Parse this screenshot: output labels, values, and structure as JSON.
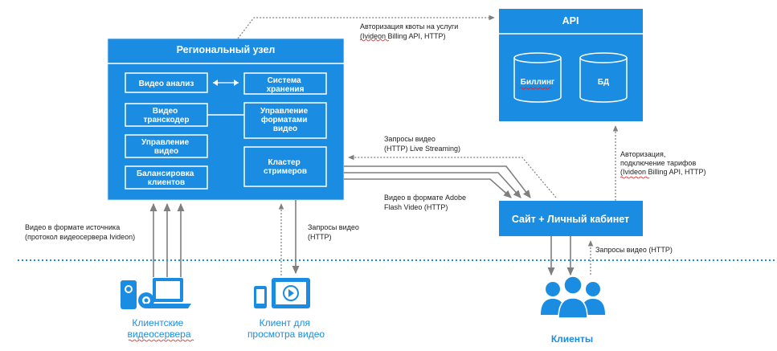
{
  "regional_node": {
    "title": "Региональный узел",
    "video_analysis": "Видео анализ",
    "storage": [
      "Система",
      "хранения"
    ],
    "transcoder": [
      "Видео",
      "транскодер"
    ],
    "format_mgmt": [
      "Управление",
      "форматами",
      "видео"
    ],
    "video_mgmt": [
      "Управление",
      "видео"
    ],
    "balancing": [
      "Балансировка",
      "клиентов"
    ],
    "streamer_cluster": [
      "Кластер",
      "стримеров"
    ]
  },
  "api": {
    "title": "API",
    "billing_db": "Биллинг",
    "db": "БД"
  },
  "site": {
    "title": "Сайт + Личный кабинет"
  },
  "notes": {
    "quota_auth": [
      "Авторизация квоты на услуги",
      "(Ivideon Billing API, HTTP)"
    ],
    "video_requests_live": [
      "Запросы видео",
      "(HTTP) Live Streaming)"
    ],
    "adobe_flash": [
      "Видео в формате Adobe",
      "Flash Video (HTTP)"
    ],
    "auth_tariffs": [
      "Авторизация,",
      "подключение тарифов",
      "(Ivideon Billing API, HTTP)"
    ],
    "source_format": [
      "Видео в формате источника",
      "(протокол видеосервера Ivideon)"
    ],
    "video_requests_http": [
      "Запросы видео",
      "(HTTP)"
    ],
    "video_requests_http_right": "Запросы видео (HTTP)"
  },
  "bottom": {
    "client_servers": [
      "Клиентские",
      "видеосервера"
    ],
    "viewing_client": [
      "Клиент для",
      "просмотра видео"
    ],
    "clients": "Клиенты"
  },
  "icons": [
    "webcam-icon",
    "laptop-icon",
    "phone-icon",
    "tablet-play-icon",
    "people-icon",
    "database-icon"
  ],
  "colors": {
    "accent": "#1a8de2",
    "arrow": "#7f7f7f",
    "spellcheck": "#e02020"
  }
}
